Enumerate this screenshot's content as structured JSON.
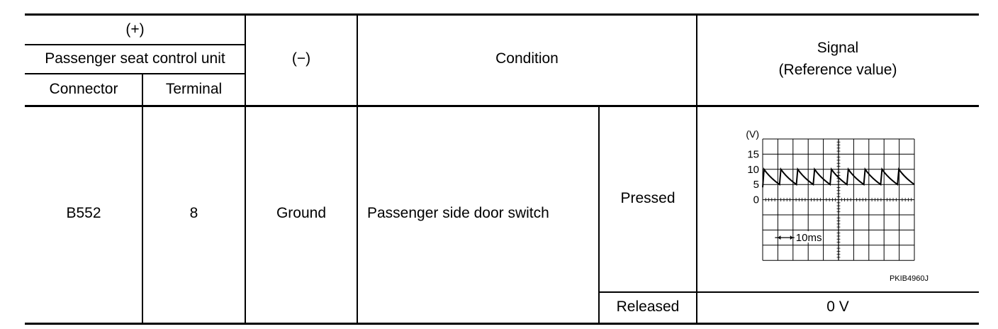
{
  "table": {
    "header": {
      "plus": "(+)",
      "unit": "Passenger seat control unit",
      "connector": "Connector",
      "terminal": "Terminal",
      "minus": "(−)",
      "condition": "Condition",
      "signal_line1": "Signal",
      "signal_line2": "(Reference value)"
    },
    "row": {
      "connector": "B552",
      "terminal": "8",
      "minus": "Ground",
      "condition": "Passenger side door switch",
      "state_pressed": "Pressed",
      "state_released": "Released",
      "released_value": "0 V"
    }
  },
  "waveform": {
    "y_unit": "(V)",
    "y_ticks": [
      "15",
      "10",
      "5",
      "0"
    ],
    "time_div": "10ms",
    "figure_id": "PKIB4960J",
    "pulse_count": 9,
    "peak_v": 10,
    "trough_v": 5
  }
}
